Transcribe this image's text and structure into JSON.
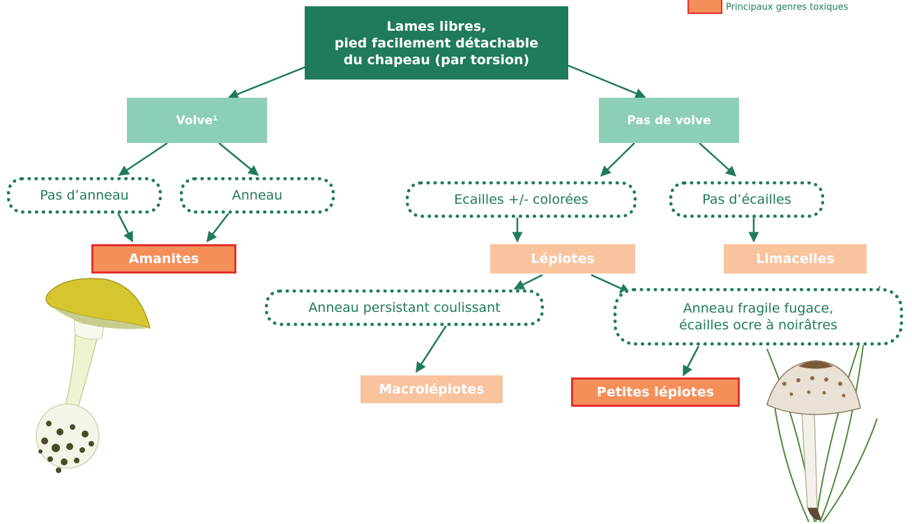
{
  "legend": {
    "label": "Principaux genres toxiques"
  },
  "nodes": {
    "root": "Lames libres,\npied facilement détachable\ndu chapeau (par torsion)",
    "volve": "Volve¹",
    "pas_volve": "Pas de volve",
    "pas_anneau": "Pas d’anneau",
    "anneau": "Anneau",
    "ecailles": "Ecailles +/- colorées",
    "pas_ecailles": "Pas d’écailles",
    "amanites": "Amanites",
    "lepiotes": "Lépiotes",
    "limacelles": "Limacelles",
    "anneau_persistant": "Anneau persistant coulissant",
    "anneau_fragile": "Anneau fragile fugace,\nécailles ocre à noirâtres",
    "macrolepiotes": "Macrolépiotes",
    "petites_lepiotes": "Petites lépiotes"
  },
  "colors": {
    "dark_green": "#1f7b5a",
    "light_green": "#8dcfb5",
    "genus_peach": "#f9c39e",
    "toxic_orange": "#f58f5a",
    "toxic_border": "#e3302b"
  },
  "illustrations": [
    "amanita-illustration",
    "lepiota-illustration"
  ]
}
